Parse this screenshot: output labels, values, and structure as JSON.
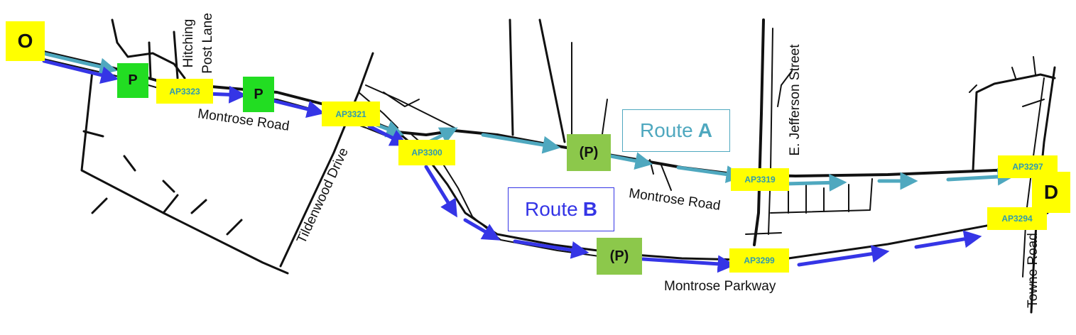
{
  "colors": {
    "road": "#111111",
    "route_a": "#4fa8bf",
    "route_b": "#3535e6",
    "label_bg": "#ffff00",
    "label_text": "#2e9ab0",
    "park_bright": "#22dd22",
    "park_dim": "#8cc84b"
  },
  "origin": "O",
  "destination": "D",
  "route_a": {
    "prefix": "Route",
    "letter": "A"
  },
  "route_b": {
    "prefix": "Route",
    "letter": "B"
  },
  "stops": [
    "AP3323",
    "AP3321",
    "AP3300",
    "AP3319",
    "AP3297",
    "AP3299",
    "AP3294"
  ],
  "parking": [
    "P",
    "P",
    "(P)",
    "(P)"
  ],
  "streets": {
    "hitching": "Hitching",
    "post_lane": "Post Lane",
    "montrose_road_w": "Montrose Road",
    "tildenwood": "Tildenwood Drive",
    "montrose_road_e": "Montrose Road",
    "jefferson": "E. Jefferson Street",
    "montrose_parkway": "Montrose Parkway",
    "towne_road": "Towne Road"
  }
}
